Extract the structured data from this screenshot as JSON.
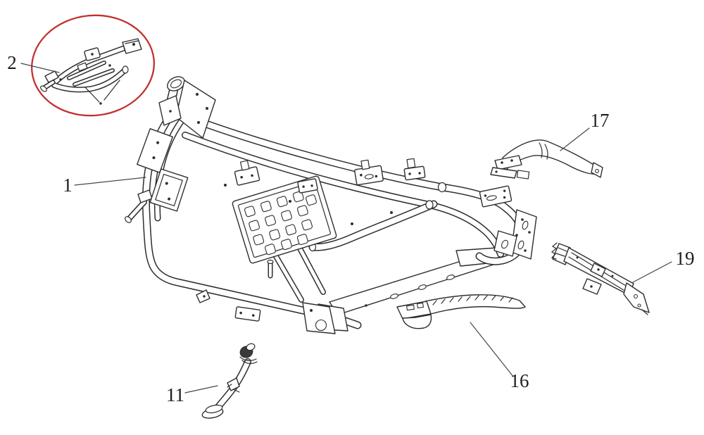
{
  "diagram": {
    "background_color": "#ffffff",
    "line_color": "#2e2e2e",
    "highlight_color": "#c0322f",
    "callouts": [
      {
        "part": "1"
      },
      {
        "part": "2"
      },
      {
        "part": "11"
      },
      {
        "part": "16"
      },
      {
        "part": "17"
      },
      {
        "part": "19"
      }
    ]
  }
}
